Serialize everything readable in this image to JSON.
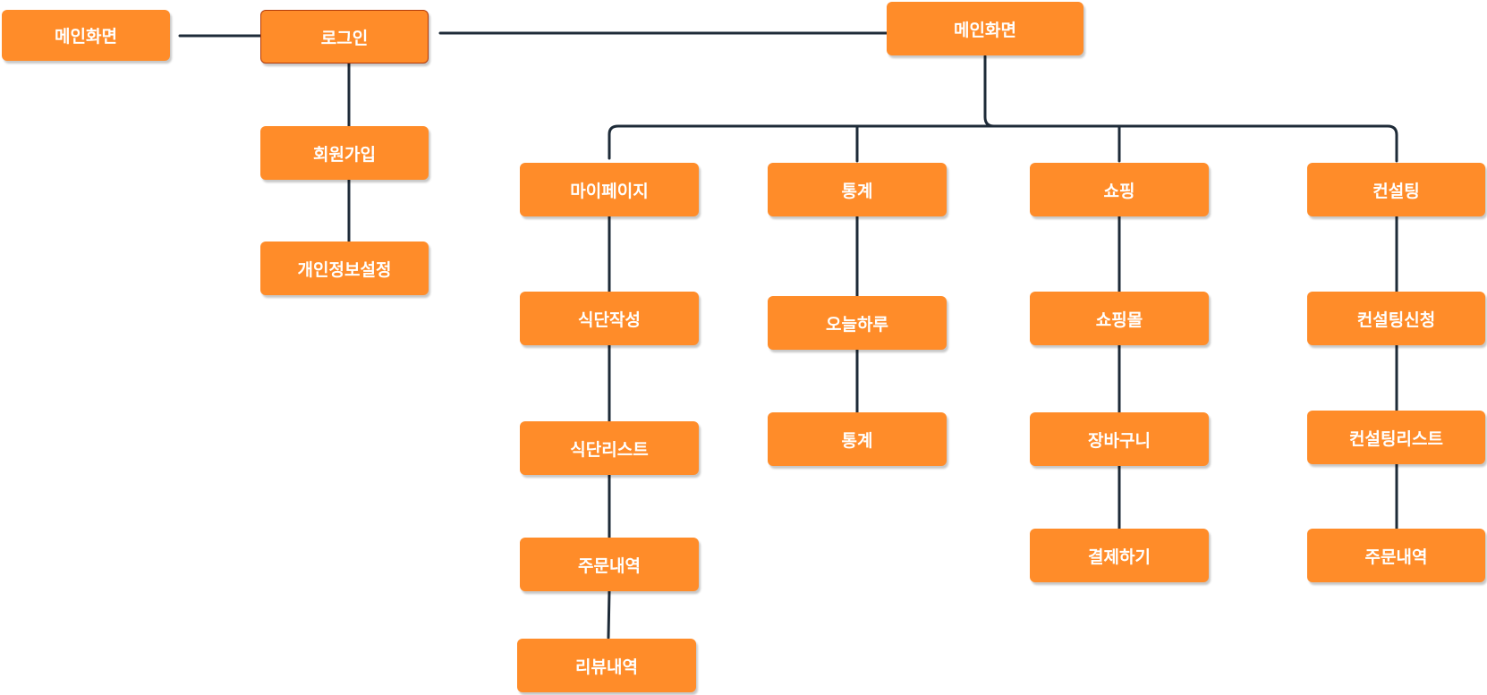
{
  "colors": {
    "node_fill": "#FF8C29",
    "node_text": "#FFFFFF",
    "edge": "#1E2B38"
  },
  "nodes": {
    "main_left": "메인화면",
    "login": "로그인",
    "signup": "회원가입",
    "privacy": "개인정보설정",
    "main": "메인화면",
    "mypage": "마이페이지",
    "diet_write": "식단작성",
    "diet_list": "식단리스트",
    "orders_mypage": "주문내역",
    "reviews": "리뷰내역",
    "stats": "통계",
    "today": "오늘하루",
    "stats_sub": "통계",
    "shopping": "쇼핑",
    "mall": "쇼핑몰",
    "cart": "장바구니",
    "checkout": "결제하기",
    "consulting": "컨설팅",
    "consult_apply": "컨설팅신청",
    "consult_list": "컨설팅리스트",
    "orders_consult": "주문내역"
  }
}
